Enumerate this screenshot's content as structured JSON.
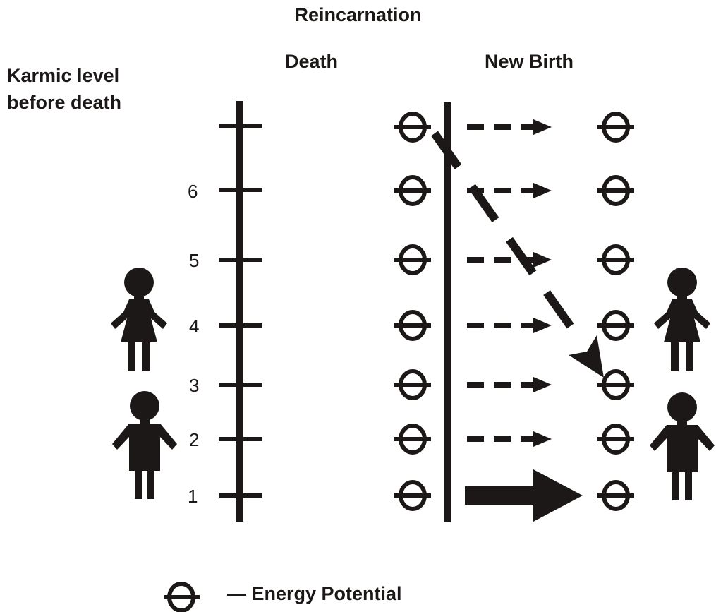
{
  "title": "Reincarnation",
  "headers": {
    "karmic_line1": "Karmic level",
    "karmic_line2": "before death",
    "death": "Death",
    "new_birth": "New Birth"
  },
  "scale": {
    "levels": [
      "1",
      "2",
      "3",
      "4",
      "5",
      "6"
    ]
  },
  "legend": {
    "symbol": "energy-potential-symbol",
    "label": "— Energy Potential"
  },
  "colors": {
    "ink": "#1c1817",
    "background": "#ffffff"
  },
  "figures": [
    "female-figure-icon",
    "male-figure-icon"
  ]
}
